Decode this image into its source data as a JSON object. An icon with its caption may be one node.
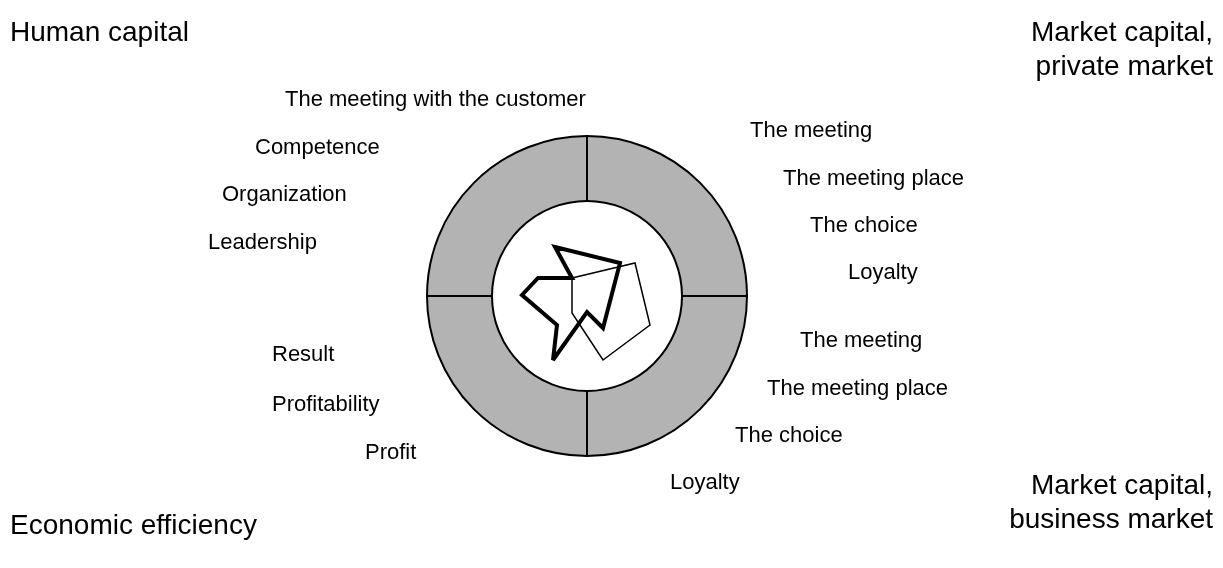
{
  "diagram": {
    "labels": [
      "Human capital",
      "Market capital, private market",
      "The meeting with the customer",
      "Competence",
      "Organization",
      "Leadership",
      "The meeting",
      "The meeting place",
      "The choice",
      "Loyalty",
      "The meeting",
      "The meeting place",
      "The choice",
      "Loyalty",
      "Result",
      "Profitability",
      "Profit",
      "Economic efficiency",
      "Market capital, business market"
    ]
  }
}
